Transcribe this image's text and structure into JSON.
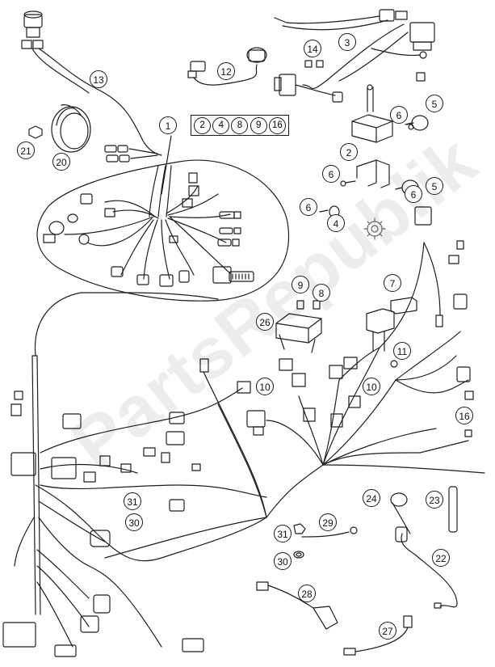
{
  "watermark": "PartsRepublik",
  "callouts": [
    {
      "id": "c1",
      "label": "1"
    },
    {
      "id": "c2",
      "label": "2"
    },
    {
      "id": "c3",
      "label": "3"
    },
    {
      "id": "c4",
      "label": "4"
    },
    {
      "id": "c5a",
      "label": "5"
    },
    {
      "id": "c5b",
      "label": "5"
    },
    {
      "id": "c6a",
      "label": "6"
    },
    {
      "id": "c6b",
      "label": "6"
    },
    {
      "id": "c6c",
      "label": "6"
    },
    {
      "id": "c6d",
      "label": "6"
    },
    {
      "id": "c7",
      "label": "7"
    },
    {
      "id": "c8",
      "label": "8"
    },
    {
      "id": "c9",
      "label": "9"
    },
    {
      "id": "c10a",
      "label": "10"
    },
    {
      "id": "c10b",
      "label": "10"
    },
    {
      "id": "c11",
      "label": "11"
    },
    {
      "id": "c12",
      "label": "12"
    },
    {
      "id": "c13",
      "label": "13"
    },
    {
      "id": "c14",
      "label": "14"
    },
    {
      "id": "c16",
      "label": "16"
    },
    {
      "id": "c20",
      "label": "20"
    },
    {
      "id": "c21",
      "label": "21"
    },
    {
      "id": "c22",
      "label": "22"
    },
    {
      "id": "c23",
      "label": "23"
    },
    {
      "id": "c24",
      "label": "24"
    },
    {
      "id": "c26",
      "label": "26"
    },
    {
      "id": "c27",
      "label": "27"
    },
    {
      "id": "c28",
      "label": "28"
    },
    {
      "id": "c29",
      "label": "29"
    },
    {
      "id": "c30a",
      "label": "30"
    },
    {
      "id": "c30b",
      "label": "30"
    },
    {
      "id": "c31a",
      "label": "31"
    },
    {
      "id": "c31b",
      "label": "31"
    }
  ],
  "group_box": [
    "2",
    "4",
    "8",
    "9",
    "16"
  ]
}
